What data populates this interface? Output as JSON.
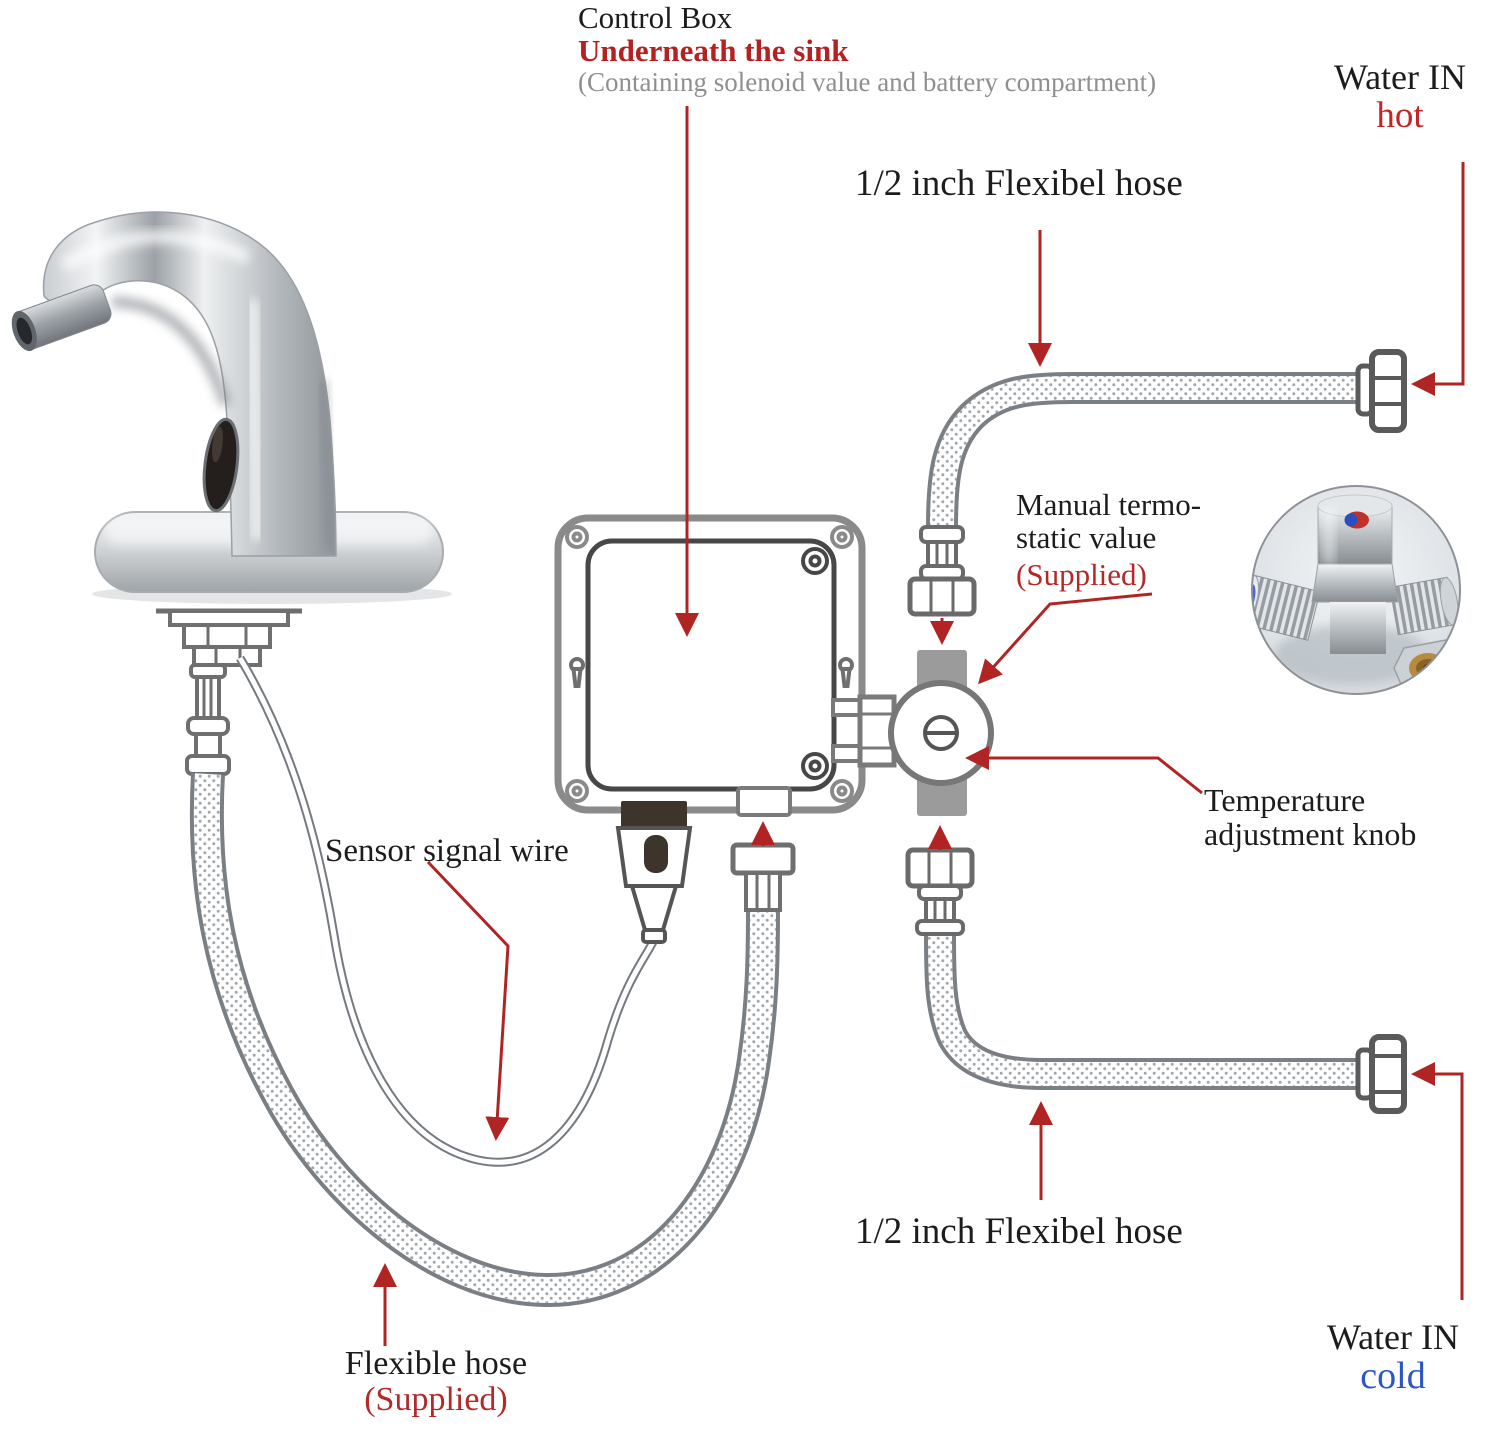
{
  "diagram": {
    "labels": {
      "control_box": {
        "title": "Control Box",
        "subtitle": "Underneath the sink",
        "note": "(Containing solenoid value and battery compartment)"
      },
      "water_in_hot": {
        "title": "Water IN",
        "qualifier": "hot"
      },
      "hose_top": {
        "text": "1/2 inch Flexibel hose"
      },
      "manual_valve": {
        "line1": "Manual termo-",
        "line2": "static value",
        "supplied": "(Supplied)"
      },
      "temperature_knob": {
        "line1": "Temperature",
        "line2": "adjustment knob"
      },
      "sensor_wire": {
        "text": "Sensor signal wire"
      },
      "hose_bottom": {
        "text": "1/2 inch Flexibel hose"
      },
      "water_in_cold": {
        "title": "Water IN",
        "qualifier": "cold"
      },
      "flexible_hose": {
        "title": "Flexible hose",
        "supplied": "(Supplied)"
      }
    },
    "colors": {
      "label_black": "#1c1c1c",
      "subtitle_red": "#a32121",
      "hot_red": "#c32424",
      "cold_blue": "#2b57c4",
      "supplied_red": "#b52828",
      "note_gray": "#8f8f8f",
      "arrow_red": "#b12424",
      "line_gray": "#7d8288"
    }
  }
}
